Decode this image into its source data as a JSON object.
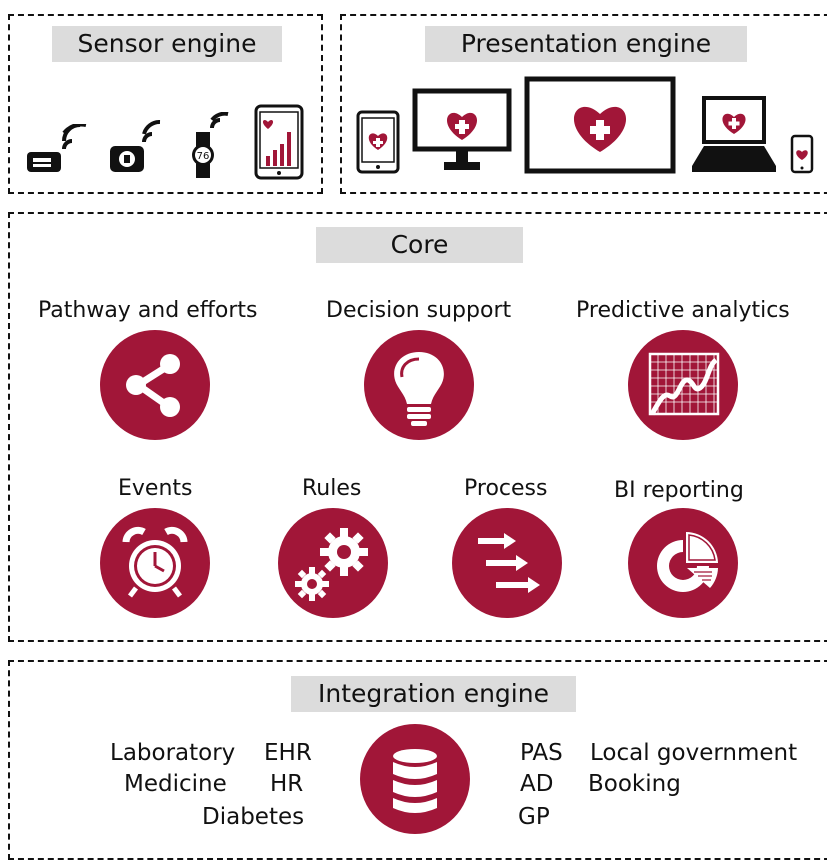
{
  "colors": {
    "accent": "#a11638",
    "chip": "#dcdcdc",
    "ink": "#111111"
  },
  "sensor": {
    "title": "Sensor engine",
    "heart_rate_reading": "76",
    "icons": [
      "sensor-device-icon",
      "scale-device-icon",
      "smartwatch-icon",
      "tablet-chart-icon"
    ]
  },
  "presentation": {
    "title": "Presentation engine",
    "icons": [
      "tablet-heart-icon",
      "monitor-heart-icon",
      "large-display-heart-icon",
      "laptop-heart-icon",
      "phone-heart-icon"
    ]
  },
  "core": {
    "title": "Core",
    "row1": [
      {
        "label": "Pathway and efforts",
        "icon": "share-icon"
      },
      {
        "label": "Decision support",
        "icon": "lightbulb-icon"
      },
      {
        "label": "Predictive analytics",
        "icon": "line-chart-icon"
      }
    ],
    "row2": [
      {
        "label": "Events",
        "icon": "alarm-clock-icon"
      },
      {
        "label": "Rules",
        "icon": "gears-icon"
      },
      {
        "label": "Process",
        "icon": "arrows-icon"
      },
      {
        "label": "BI reporting",
        "icon": "pie-chart-icon"
      }
    ]
  },
  "integration": {
    "title": "Integration engine",
    "icon": "database-icon",
    "left_systems": [
      "Laboratory",
      "EHR",
      "Medicine",
      "HR",
      "Diabetes"
    ],
    "right_systems": [
      "PAS",
      "Local government",
      "AD",
      "Booking",
      "GP"
    ]
  }
}
